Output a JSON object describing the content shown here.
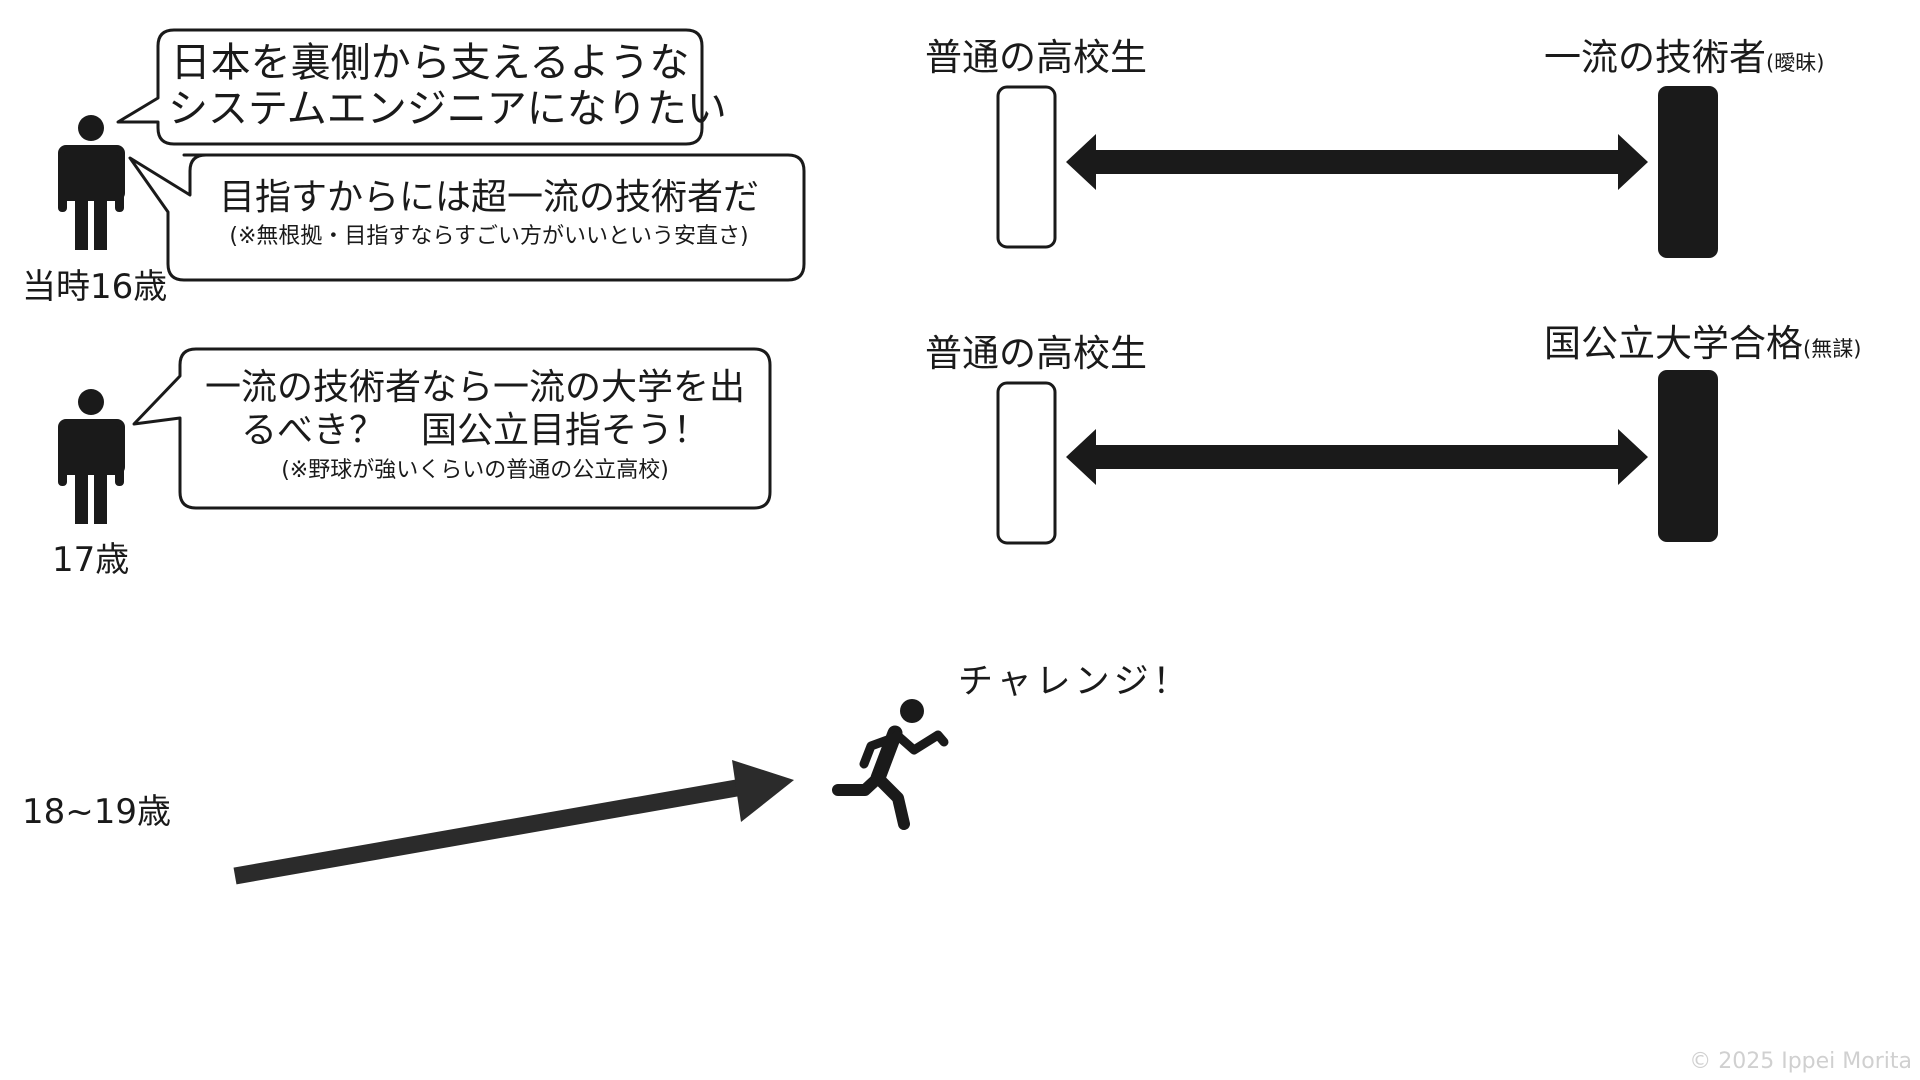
{
  "stage1": {
    "age": "当時16歳",
    "bubble1": {
      "line1": "日本を裏側から支えるような",
      "line2": "システムエンジニアになりたい"
    },
    "bubble2": {
      "main": "目指すからには超一流の技術者だ",
      "note": "(※無根拠・目指すならすごい方がいいという安直さ)"
    },
    "gap": {
      "from": "普通の高校生",
      "to": "一流の技術者",
      "to_note": "(曖昧)"
    }
  },
  "stage2": {
    "age": "17歳",
    "bubble": {
      "line1": "一流の技術者なら一流の大学を出",
      "line2": "るべき？　国公立目指そう！",
      "note": "(※野球が強いくらいの普通の公立高校)"
    },
    "gap": {
      "from": "普通の高校生",
      "to": "国公立大学合格",
      "to_note": "(無謀)"
    }
  },
  "stage3": {
    "age": "18~19歳",
    "shout": "チャレンジ！"
  },
  "copyright": "© 2025 Ippei Morita",
  "colors": {
    "ink": "#1a1a1a",
    "fill_dark": "#1a1a1a",
    "arrow_dark": "#2b2b2b",
    "watermark": "#d0d0d0"
  },
  "icons": {
    "person": "person-icon",
    "runner": "running-person-icon"
  }
}
